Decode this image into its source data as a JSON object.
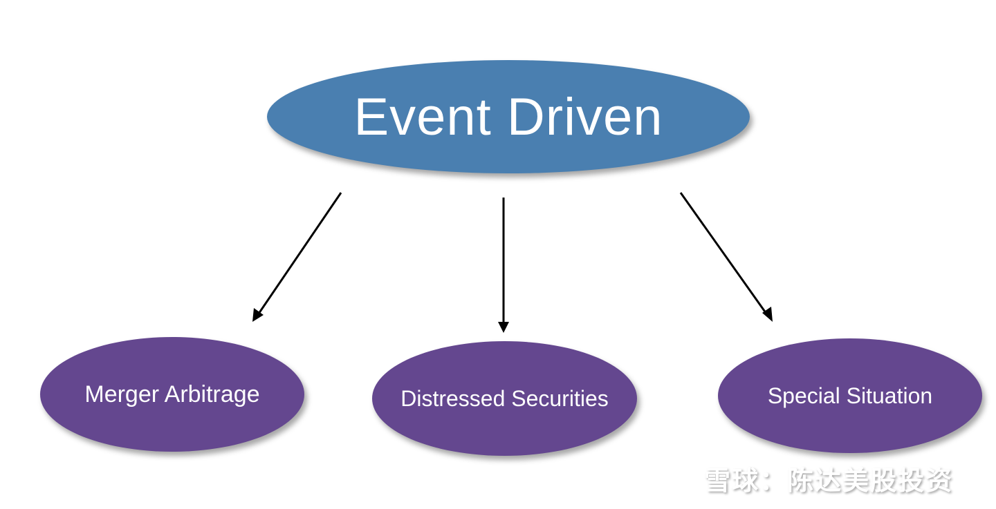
{
  "diagram": {
    "root": {
      "label": "Event Driven",
      "color": "#4a7fb0"
    },
    "children": [
      {
        "label": "Merger Arbitrage",
        "color": "#64478f"
      },
      {
        "label": "Distressed Securities",
        "color": "#64478f"
      },
      {
        "label": "Special Situation",
        "color": "#64478f"
      }
    ],
    "edges": [
      {
        "from": "Event Driven",
        "to": "Merger Arbitrage"
      },
      {
        "from": "Event Driven",
        "to": "Distressed Securities"
      },
      {
        "from": "Event Driven",
        "to": "Special Situation"
      }
    ],
    "arrow_color": "#000000"
  },
  "watermark": {
    "logo_icon": "snowball-logo-icon",
    "text": "雪球：陈达美股投资"
  }
}
